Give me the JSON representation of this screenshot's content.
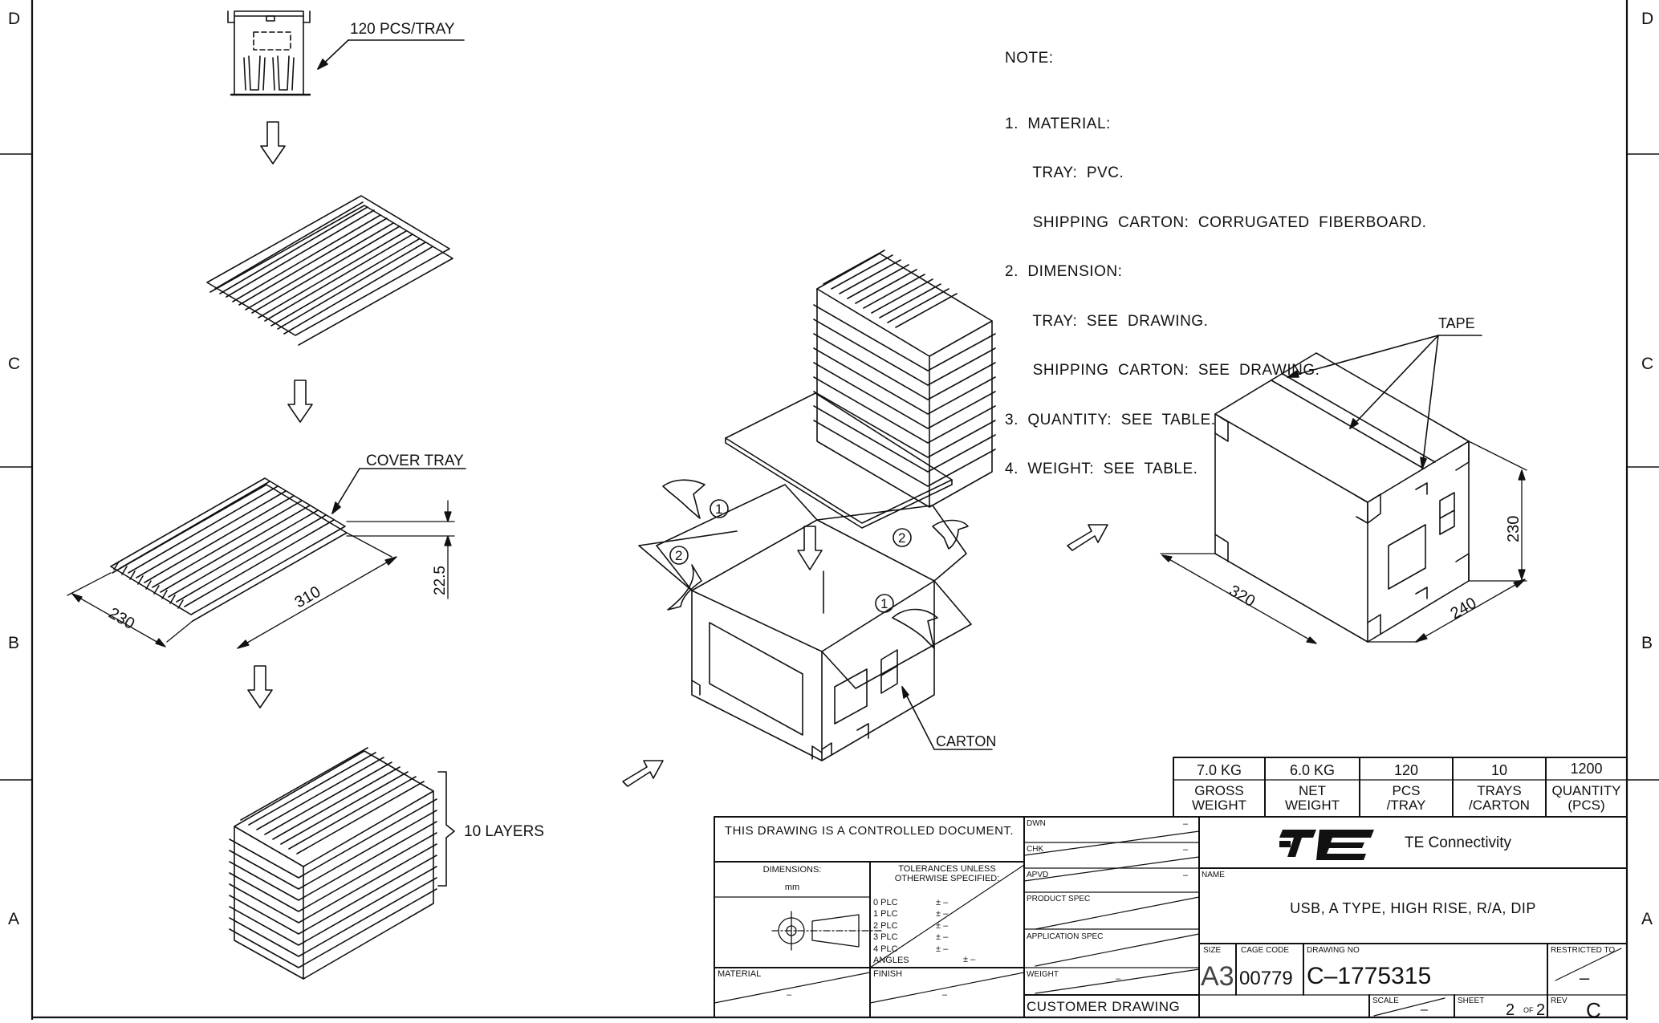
{
  "border": {
    "zones_left": [
      "D",
      "C",
      "B",
      "A"
    ],
    "zones_right": [
      "D",
      "C",
      "B",
      "A"
    ]
  },
  "labels": {
    "tray_qty": "120 PCS/TRAY",
    "cover_tray": "COVER TRAY",
    "layers": "10 LAYERS",
    "carton": "CARTON",
    "tape": "TAPE",
    "dim_tray_w": "230",
    "dim_tray_l": "310",
    "dim_tray_h": "22.5",
    "dim_box_l": "320",
    "dim_box_w": "240",
    "dim_box_h": "230",
    "callout_1": "1",
    "callout_2": "2"
  },
  "note": {
    "title": "NOTE:",
    "lines": [
      "1.  MATERIAL:",
      "      TRAY:  PVC.",
      "      SHIPPING  CARTON:  CORRUGATED  FIBERBOARD.",
      "2.  DIMENSION:",
      "      TRAY:  SEE  DRAWING.",
      "      SHIPPING  CARTON:  SEE  DRAWING.",
      "3.  QUANTITY:  SEE  TABLE.",
      "4.  WEIGHT:  SEE  TABLE."
    ]
  },
  "qty_table": {
    "values": [
      "7.0  KG",
      "6.0  KG",
      "120",
      "10",
      "1200"
    ],
    "headers": [
      [
        "GROSS",
        "WEIGHT"
      ],
      [
        "NET",
        "WEIGHT"
      ],
      [
        "PCS",
        "/TRAY"
      ],
      [
        "TRAYS",
        "/CARTON"
      ],
      [
        "QUANTITY",
        "(PCS)"
      ]
    ]
  },
  "title_block": {
    "controlled": "THIS  DRAWING  IS  A  CONTROLLED  DOCUMENT.",
    "dimensions_label": "DIMENSIONS:",
    "dimensions_unit": "mm",
    "tolerances_label": "TOLERANCES  UNLESS",
    "tolerances_label2": "OTHERWISE  SPECIFIED:",
    "plc": [
      "0  PLC",
      "1  PLC",
      "2  PLC",
      "3  PLC",
      "4  PLC",
      "ANGLES"
    ],
    "plc_val": "±  –",
    "material_label": "MATERIAL",
    "finish_label": "FINISH",
    "dwn": "DWN",
    "chk": "CHK",
    "apvd": "APVD",
    "product_spec": "PRODUCT  SPEC",
    "application_spec": "APPLICATION  SPEC",
    "weight_label": "WEIGHT",
    "customer_drawing": "CUSTOMER  DRAWING",
    "dash": "–",
    "company": "TE  Connectivity",
    "logo_text": "TE",
    "name_label": "NAME",
    "part_name": "USB,  A  TYPE,  HIGH  RISE,  R/A,  DIP",
    "size_label": "SIZE",
    "size": "A3",
    "cage_label": "CAGE  CODE",
    "cage": "00779",
    "drawing_no_label": "DRAWING  NO",
    "drawing_no": "C–1775315",
    "restricted_label": "RESTRICTED  TO",
    "scale_label": "SCALE",
    "sheet_label": "SHEET",
    "sheet": "2",
    "of_label": "OF",
    "sheet_total": "2",
    "rev_label": "REV",
    "rev": "C"
  }
}
